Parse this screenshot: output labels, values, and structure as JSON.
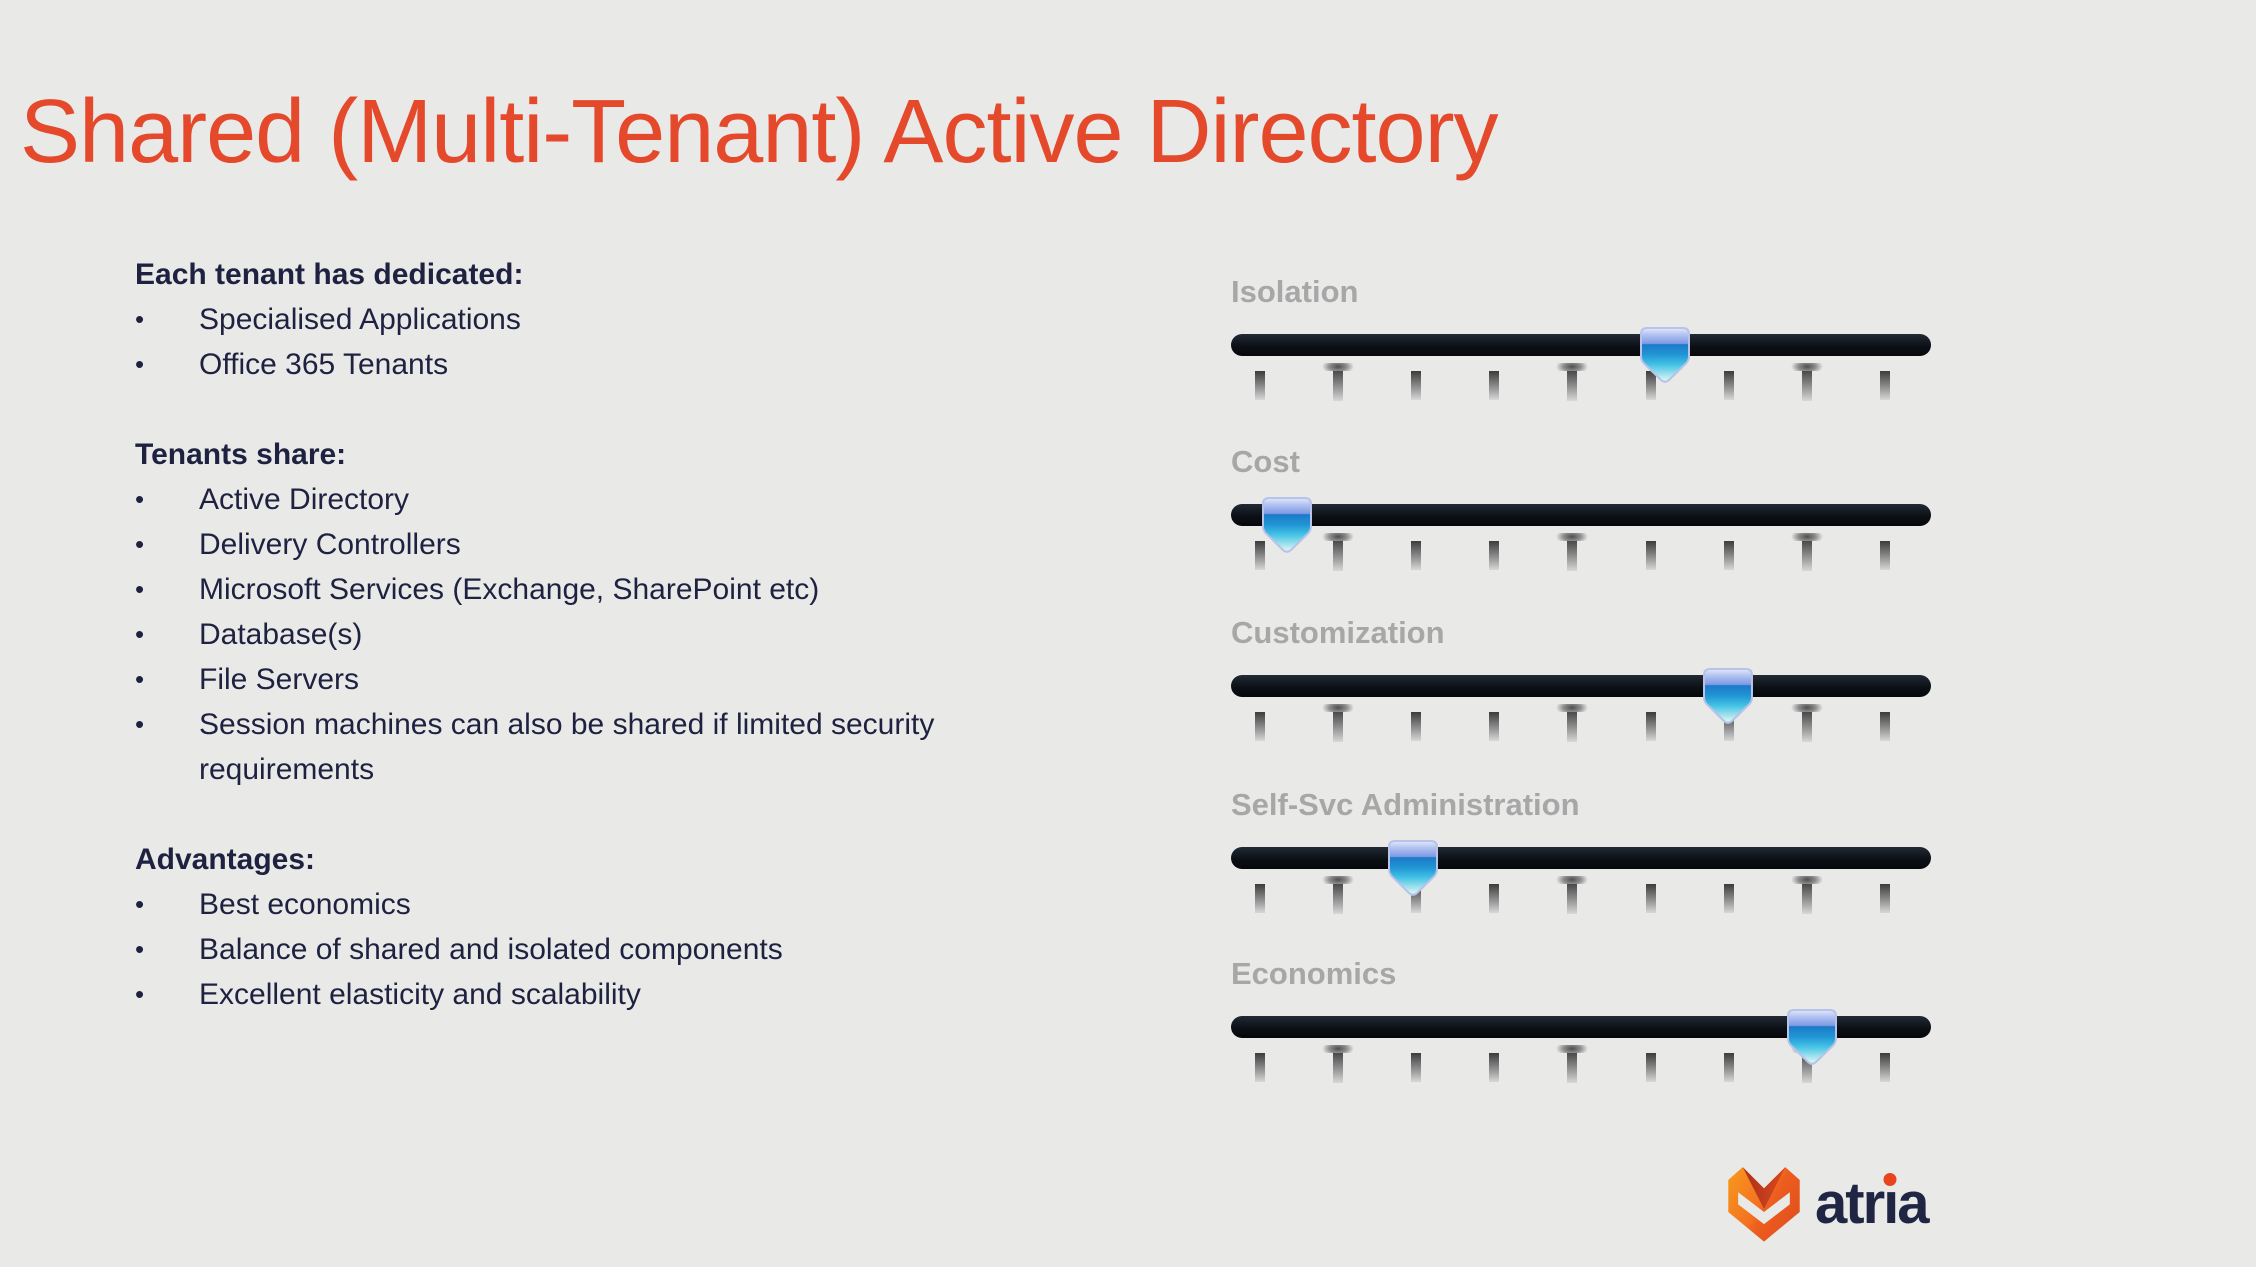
{
  "slide": {
    "title": "Shared (Multi-Tenant) Active Directory"
  },
  "content": {
    "bullet_char": "•",
    "sections": [
      {
        "heading": "Each tenant has dedicated:",
        "items": [
          "Specialised Applications",
          "Office 365 Tenants"
        ]
      },
      {
        "heading": "Tenants share:",
        "items": [
          "Active Directory",
          "Delivery Controllers",
          "Microsoft Services (Exchange, SharePoint etc)",
          "Database(s)",
          "File Servers",
          "Session machines can also be shared if limited security requirements"
        ]
      },
      {
        "heading": "Advantages:",
        "items": [
          "Best economics",
          "Balance of shared and isolated components",
          "Excellent elasticity and scalability"
        ]
      }
    ]
  },
  "sliders": {
    "tick_count": 9,
    "tall_tick_indices": [
      1,
      4,
      7
    ],
    "items": [
      {
        "label": "Isolation",
        "value_fraction": 0.62
      },
      {
        "label": "Cost",
        "value_fraction": 0.08
      },
      {
        "label": "Customization",
        "value_fraction": 0.71
      },
      {
        "label": "Self-Svc Administration",
        "value_fraction": 0.26
      },
      {
        "label": "Economics",
        "value_fraction": 0.83
      }
    ]
  },
  "logo": {
    "name": "atria",
    "text_pre": "atr",
    "text_i": "ı",
    "text_post": "a"
  },
  "colors": {
    "background": "#E9E9E8",
    "title": "#E5492B",
    "body_text": "#1E2240",
    "slider_label": "#A7A7A7",
    "slider_track": "#0C1016",
    "thumb_blue": "#2196D4",
    "logo_orange": "#F37121",
    "logo_dark_red": "#C0391D",
    "logo_navy": "#202544"
  }
}
